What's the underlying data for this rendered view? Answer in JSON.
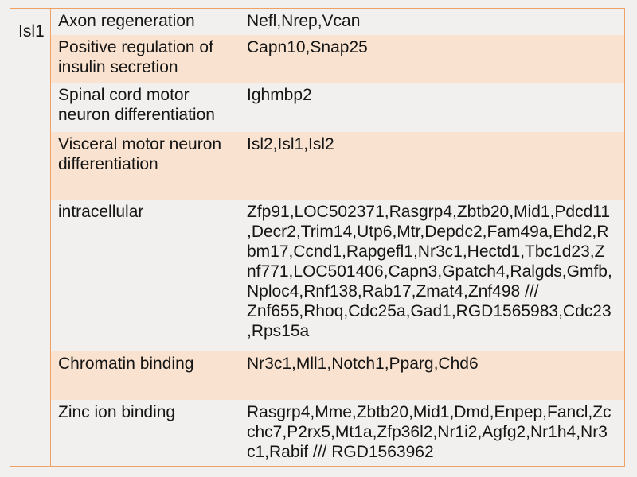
{
  "table": {
    "row_header": "Isl1",
    "rows": [
      {
        "category": "Axon regeneration",
        "genes": "Nefl,Nrep,Vcan"
      },
      {
        "category": "Positive regulation of insulin secretion",
        "genes": "Capn10,Snap25"
      },
      {
        "category": "Spinal cord motor neuron differentiation",
        "genes": "Ighmbp2"
      },
      {
        "category": "Visceral motor neuron differentiation",
        "genes": "Isl2,Isl1,Isl2"
      },
      {
        "category": "intracellular",
        "genes": "Zfp91,LOC502371,Rasgrp4,Zbtb20,Mid1,Pdcd11,Decr2,Trim14,Utp6,Mtr,Depdc2,Fam49a,Ehd2,Rbm17,Ccnd1,Rapgefl1,Nr3c1,Hectd1,Tbc1d23,Znf771,LOC501406,Capn3,Gpatch4,Ralgds,Gmfb,Nploc4,Rnf138,Rab17,Zmat4,Znf498 /// Znf655,Rhoq,Cdc25a,Gad1,RGD1565983,Cdc23,Rps15a"
      },
      {
        "category": "Chromatin binding",
        "genes": "Nr3c1,Mll1,Notch1,Pparg,Chd6"
      },
      {
        "category": "Zinc ion binding",
        "genes": "Rasgrp4,Mme,Zbtb20,Mid1,Dmd,Enpep,Fancl,Zcchc7,P2rx5,Mt1a,Zfp36l2,Nr1i2,Agfg2,Nr1h4,Nr3c1,Rabif /// RGD1563962"
      }
    ],
    "colors": {
      "border": "#f0a264",
      "band_fill": "#f9e3d0",
      "page_background": "#f1f0ee",
      "text": "#151515"
    }
  }
}
